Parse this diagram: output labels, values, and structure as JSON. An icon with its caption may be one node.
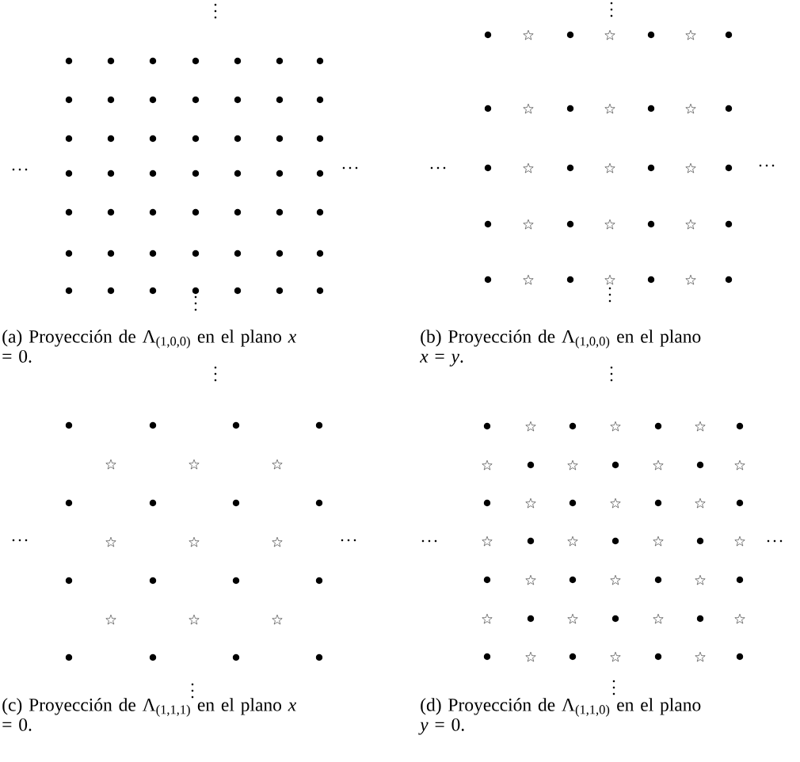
{
  "diagram": {
    "labels": [
      "(a) Proyección de Λ$_{(1,0,0)}$ en el plano *x* = 0.",
      "(b) Proyección de Λ$_{(1,0,0)}$ en el plano *x* = *y*.",
      "(c) Proyección de Λ$_{(1,1,1)}$ en el plano *x* = 0.",
      "(d) Proyección de Λ$_{(1,1,0)}$ en el plano *y* = 0."
    ]
  }
}
